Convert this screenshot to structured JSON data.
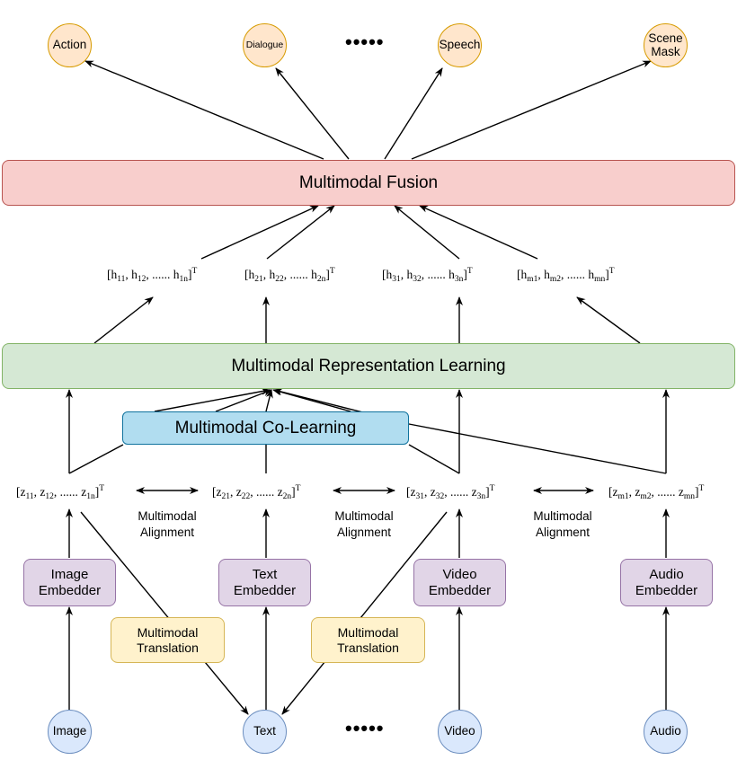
{
  "outputs": [
    "Action",
    "Dialogue",
    "Speech",
    "Scene\nMask"
  ],
  "outputs_ellipsis": "•••••",
  "fusion_label": "Multimodal Fusion",
  "hidden_vectors": [
    {
      "base": "h",
      "items": [
        {
          "v": "h",
          "s": "11"
        },
        {
          "v": "h",
          "s": "12"
        },
        {
          "v": "h",
          "s": "1n"
        }
      ]
    },
    {
      "base": "h",
      "items": [
        {
          "v": "h",
          "s": "21"
        },
        {
          "v": "h",
          "s": "22"
        },
        {
          "v": "h",
          "s": "2n"
        }
      ]
    },
    {
      "base": "h",
      "items": [
        {
          "v": "h",
          "s": "31"
        },
        {
          "v": "h",
          "s": "32"
        },
        {
          "v": "h",
          "s": "3n"
        }
      ]
    },
    {
      "base": "h",
      "items": [
        {
          "v": "h",
          "s": "m1"
        },
        {
          "v": "h",
          "s": "m2"
        },
        {
          "v": "h",
          "s": "mn"
        }
      ]
    }
  ],
  "representation_label": "Multimodal Representation Learning",
  "colearning_label": "Multimodal Co-Learning",
  "z_vectors": [
    {
      "items": [
        {
          "v": "z",
          "s": "11"
        },
        {
          "v": "z",
          "s": "12"
        },
        {
          "v": "z",
          "s": "1n"
        }
      ]
    },
    {
      "items": [
        {
          "v": "z",
          "s": "21"
        },
        {
          "v": "z",
          "s": "22"
        },
        {
          "v": "z",
          "s": "2n"
        }
      ]
    },
    {
      "items": [
        {
          "v": "z",
          "s": "31"
        },
        {
          "v": "z",
          "s": "32"
        },
        {
          "v": "z",
          "s": "3n"
        }
      ]
    },
    {
      "items": [
        {
          "v": "z",
          "s": "m1"
        },
        {
          "v": "z",
          "s": "m2"
        },
        {
          "v": "z",
          "s": "mn"
        }
      ]
    }
  ],
  "vector_ellipsis": "......",
  "vector_transpose": "T",
  "alignment_label": "Multimodal\nAlignment",
  "embedders": [
    "Image\nEmbedder",
    "Text\nEmbedder",
    "Video\nEmbedder",
    "Audio\nEmbedder"
  ],
  "translation_label": "Multimodal\nTranslation",
  "inputs": [
    "Image",
    "Text",
    "Video",
    "Audio"
  ],
  "inputs_ellipsis": "•••••"
}
